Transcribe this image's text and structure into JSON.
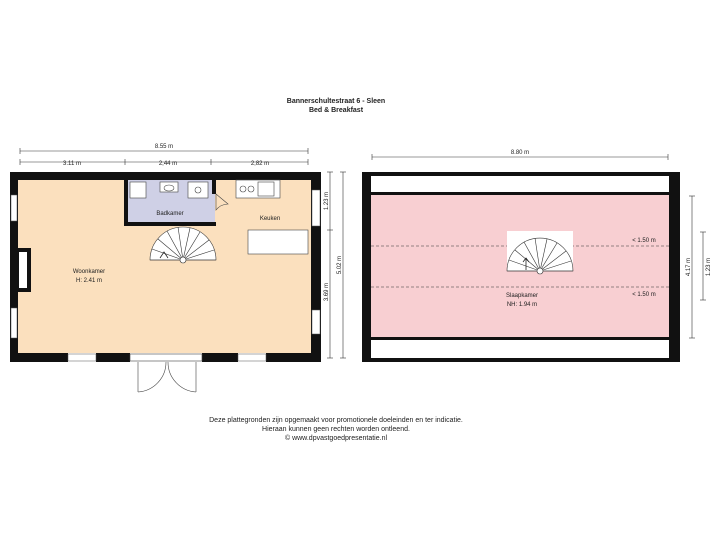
{
  "title": {
    "line1": "Bannerschultestraat 6 - Sleen",
    "line2": "Bed & Breakfast"
  },
  "ground_floor": {
    "dims": {
      "total_width": "8.55 m",
      "seg1": "3.11 m",
      "seg2": "2,44 m",
      "seg3": "2,82 m",
      "right_small": "1.23 m",
      "right_mid": "3.69 m",
      "right_total": "5.02 m"
    },
    "rooms": {
      "woonkamer": "Woonkamer",
      "woonkamer_height": "H: 2.41 m",
      "badkamer": "Badkamer",
      "keuken": "Keuken"
    }
  },
  "attic": {
    "dims": {
      "total_width": "8.80 m",
      "right_small": "1.23 m",
      "right_total": "4.17 m"
    },
    "rooms": {
      "slaapkamer": "Slaapkamer",
      "slaapkamer_height": "NH: 1.94 m",
      "height_line_top": "< 1.50 m",
      "height_line_bottom": "< 1.50 m"
    }
  },
  "footer": {
    "line1": "Deze plattegronden zijn opgemaakt voor promotionele doeleinden en ter indicatie.",
    "line2": "Hieraan kunnen geen rechten worden ontleend.",
    "line3": "© www.dpvastgoedpresentatie.nl"
  },
  "colors": {
    "living_floor": "#fbe0be",
    "bath_floor": "#cfd0e6",
    "attic_floor": "#f8cfd2",
    "wall": "#111111"
  }
}
